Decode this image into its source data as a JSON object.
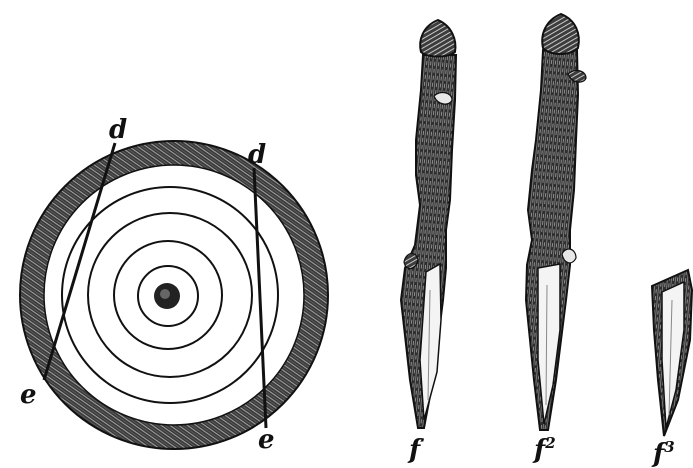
{
  "figure": {
    "labels": {
      "d_left": "d",
      "d_right": "d",
      "e_left": "e",
      "e_right": "e",
      "f1_base": "f",
      "f1_mark": "′",
      "f2_base": "f",
      "f2_mark": "2",
      "f3_base": "f",
      "f3_mark": "3"
    },
    "colors": {
      "ink": "#111111",
      "bark": "#2b2b2b",
      "paper": "#ffffff"
    }
  }
}
